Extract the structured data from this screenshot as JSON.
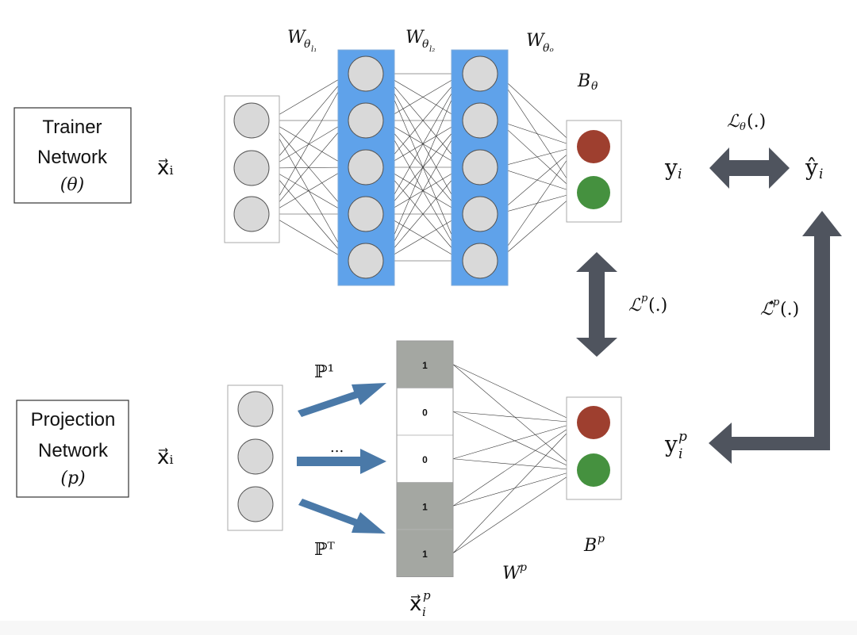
{
  "colors": {
    "hidden_layer": "#5fa2ea",
    "node_fill": "#d9d9d9",
    "node_stroke": "#555555",
    "output_red": "#9e3f2f",
    "output_green": "#45913f",
    "arrow_dark": "#4f545e",
    "arrow_blue": "#4a79a8",
    "cell_gray": "#a4a7a2",
    "cell_white": "#ffffff",
    "edge": "#333333",
    "box_stroke": "#aaaaaa"
  },
  "trainer": {
    "box_lines": [
      "Trainer",
      "Network",
      "(θ)"
    ],
    "input_label": "x⃗ᵢ",
    "weight_labels": [
      {
        "base": "W",
        "sub": "θ",
        "subsub": "l₁"
      },
      {
        "base": "W",
        "sub": "θ",
        "subsub": "l₂"
      },
      {
        "base": "W",
        "sub": "θₒ",
        "subsub": ""
      }
    ],
    "output_label": {
      "base": "B",
      "sub": "θ"
    },
    "layers": [
      3,
      5,
      5,
      2
    ],
    "y_label": {
      "base": "y",
      "sub": "i"
    },
    "yhat_label": {
      "base": "ŷ",
      "sub": "i"
    },
    "loss_label": {
      "base": "ℒ",
      "sub": "θ",
      "suffix": "(.)"
    }
  },
  "projection": {
    "box_lines": [
      "Projection",
      "Network",
      "(p)"
    ],
    "input_label": "x⃗ᵢ",
    "projection_labels": [
      "ℙ¹",
      "...",
      "ℙᵀ"
    ],
    "bit_vector": [
      "1",
      "0",
      "0",
      "1",
      "1"
    ],
    "bit_vector_label": {
      "base": "x⃗",
      "sub": "i",
      "sup": "p"
    },
    "weight_label": {
      "base": "W",
      "sup": "p"
    },
    "output_label": {
      "base": "B",
      "sup": "p"
    },
    "y_label": {
      "base": "y",
      "sub": "i",
      "sup": "p"
    }
  },
  "losses": {
    "distill": {
      "base": "ℒ",
      "sup": "p",
      "suffix": "(.)"
    },
    "hat": {
      "base": "ℒ̂",
      "sup": "p",
      "suffix": "(.)"
    }
  }
}
